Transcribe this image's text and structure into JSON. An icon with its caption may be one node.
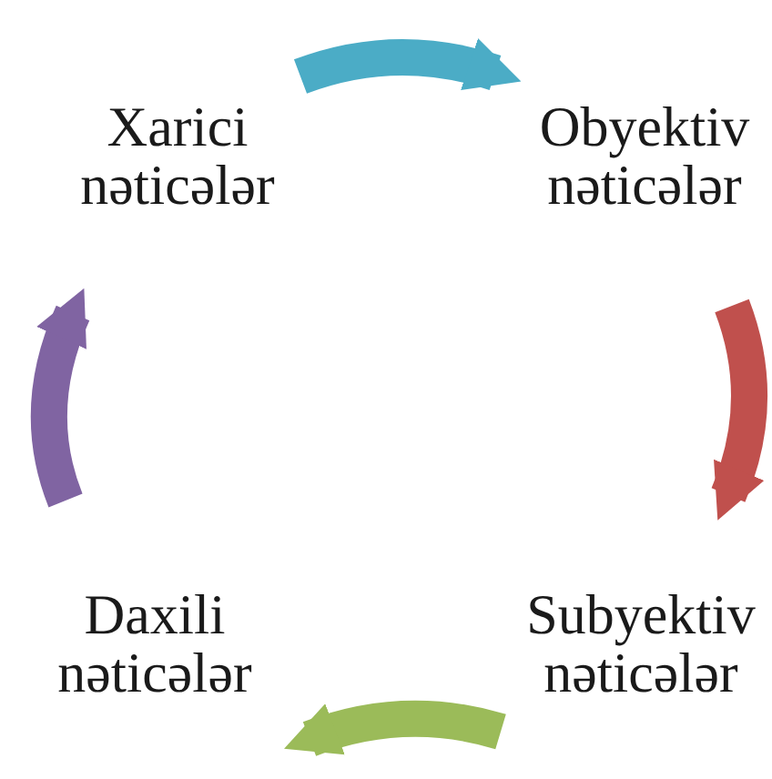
{
  "diagram": {
    "nodes": [
      {
        "text": [
          "Xarici nəticələr"
        ]
      },
      {
        "text": [
          "Obyektiv nəticələr"
        ]
      },
      {
        "text": [
          "Subyektiv nəticələr"
        ]
      },
      {
        "text": [
          "Daxili nəticələr"
        ]
      }
    ],
    "edges": [
      {
        "from": 0,
        "to": 1,
        "arrow": "to",
        "color": "#4bacc6"
      },
      {
        "from": 1,
        "to": 2,
        "arrow": "to",
        "color": "#c0504d"
      },
      {
        "from": 2,
        "to": 3,
        "arrow": "to",
        "color": "#9bbb59"
      },
      {
        "from": 3,
        "to": 0,
        "arrow": "to",
        "color": "#8064a2"
      }
    ]
  }
}
